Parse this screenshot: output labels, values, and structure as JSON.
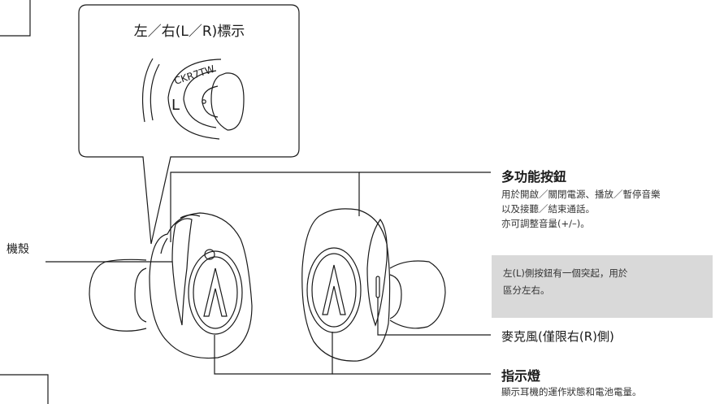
{
  "zoom_callout": {
    "title": "左／右(L／R)標示",
    "model_marking": "CKR7TW",
    "side_marking": "L"
  },
  "labels": {
    "shell": "機殼",
    "multifunction_button": {
      "title": "多功能按鈕",
      "description_lines": [
        "用於開啟／關閉電源、播放／暫停音樂",
        "以及接聽／結束通話。",
        "亦可調整音量(+/–)。"
      ]
    },
    "note_lines": [
      "左(L)側按鈕有一個突起，用於",
      "區分左右。"
    ],
    "microphone": "麥克風(僅限右(R)側)",
    "indicator": {
      "title": "指示燈",
      "description": "顯示耳機的運作狀態和電池電量。"
    }
  },
  "colors": {
    "line": "#1a1a1a",
    "note_background": "#d9d9d9"
  }
}
